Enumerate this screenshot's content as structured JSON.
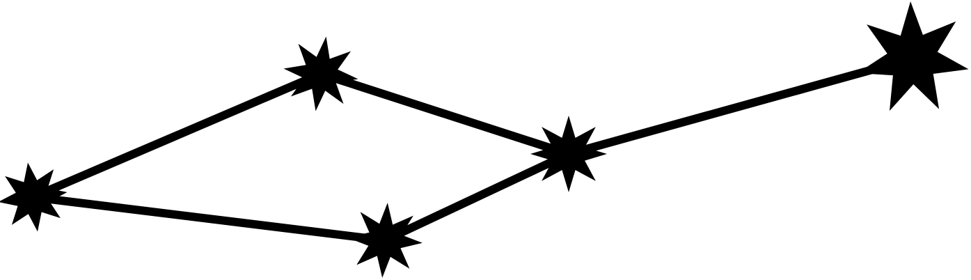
{
  "diagram": {
    "kind": "star-graph",
    "colors": {
      "background": "#ffffff",
      "ink": "#000000"
    },
    "nodes": [
      {
        "id": "left",
        "icon": "eight-point-star-icon"
      },
      {
        "id": "upper-middle",
        "icon": "eight-point-star-icon"
      },
      {
        "id": "lower-middle",
        "icon": "eight-point-star-icon"
      },
      {
        "id": "center-right",
        "icon": "eight-point-star-icon"
      },
      {
        "id": "far-right",
        "icon": "seven-point-star-icon"
      }
    ],
    "edges": [
      {
        "from": "left",
        "to": "upper-middle"
      },
      {
        "from": "upper-middle",
        "to": "center-right"
      },
      {
        "from": "left",
        "to": "lower-middle"
      },
      {
        "from": "lower-middle",
        "to": "center-right"
      },
      {
        "from": "center-right",
        "to": "far-right"
      }
    ]
  }
}
